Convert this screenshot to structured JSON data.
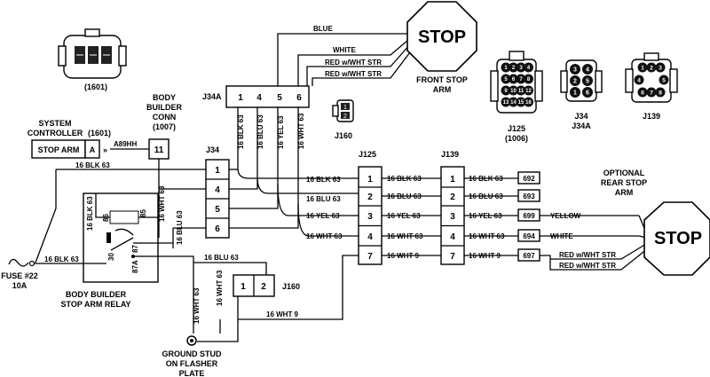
{
  "labels": {
    "conn_1601": "(1601)",
    "system_controller_line1": "SYSTEM",
    "system_controller_line2": "CONTROLLER",
    "system_controller_ref": "(1601)",
    "stop_arm_box": "STOP ARM",
    "a_pin": "A",
    "a89hh": "A89HH",
    "body_builder_conn_line1": "BODY",
    "body_builder_conn_line2": "BUILDER",
    "body_builder_conn_line3": "CONN",
    "body_builder_conn_ref": "(1007)",
    "pin_11": "11",
    "j34a": "J34A",
    "j34": "J34",
    "j125": "J125",
    "j139": "J139",
    "j160": "J160",
    "j160_small": "J160",
    "j125_bottom": "J125",
    "j125_ref": "(1006)",
    "j34_bottom": "J34",
    "j34a_bottom": "J34A",
    "j139_bottom": "J139",
    "front_stop_arm_line1": "FRONT STOP",
    "front_stop_arm_line2": "ARM",
    "optional_line1": "OPTIONAL",
    "optional_line2": "REAR STOP",
    "optional_line3": "ARM",
    "stop_front": "STOP",
    "stop_rear": "STOP",
    "fuse_line1": "FUSE #22",
    "fuse_line2": "10A",
    "relay_line1": "BODY BUILDER",
    "relay_line2": "STOP ARM RELAY",
    "ground_line1": "GROUND STUD",
    "ground_line2": "ON FLASHER",
    "ground_line3": "PLATE"
  },
  "front_wires": [
    "BLUE",
    "WHITE",
    "RED w/WHT STR",
    "RED w/WHT STR"
  ],
  "j34a_pins": [
    "1",
    "4",
    "5",
    "6"
  ],
  "j34a_wires": [
    "16 BLK 63",
    "16 BLU 63",
    "16 YEL 63",
    "16 WHT 63"
  ],
  "j34_pins": [
    "1",
    "4",
    "5",
    "6"
  ],
  "j125_pins": [
    "1",
    "2",
    "3",
    "4",
    "7"
  ],
  "j139_pins": [
    "1",
    "2",
    "3",
    "4",
    "7"
  ],
  "j34_j125_wires": [
    "16 BLK 63",
    "16 BLU 63",
    "16 YEL 63",
    "16 WHT 63"
  ],
  "j125_j139_wires": [
    "16 BLK 63",
    "16 BLU 63",
    "16 YEL 63",
    "16 WHT 63",
    "16 WHT 9"
  ],
  "j139_out_wires": [
    "16 BLK 63",
    "16 BLU 63",
    "16 YEL 63",
    "16 WHT 63",
    "16 WHT 9"
  ],
  "circuit_tags": [
    "692",
    "693",
    "699",
    "694",
    "697"
  ],
  "rear_wires": [
    "YELLOW",
    "WHITE",
    "RED w/WHT STR",
    "RED w/WHT STR"
  ],
  "misc_wires": {
    "blk_main": "16 BLK 63",
    "wht_vertical": "16 WHT 63",
    "blk_relay": "16 BLK 63",
    "blu_relay": "16 BLU 63",
    "fuse_blk": "16 BLK 63",
    "blu_j160": "16 BLU 63",
    "ground_wht1": "16 WHT 63",
    "ground_wht2": "16 WHT 63",
    "wht9_bottom": "16 WHT 9"
  },
  "relay_pins": [
    "86",
    "85",
    "87",
    "30",
    "87A"
  ],
  "j160_pins": [
    "1",
    "2"
  ],
  "j160_small_pins": [
    "1",
    "2"
  ],
  "j34_icon_pins": [
    "3",
    "4",
    "2",
    "5",
    "1",
    "6"
  ],
  "j139_icon_pins": [
    "1",
    "2",
    "3",
    "4",
    "5",
    "6",
    "7",
    "8"
  ],
  "j125_icon_pins": [
    "1",
    "2",
    "3",
    "4",
    "5",
    "6",
    "7",
    "8",
    "9",
    "10",
    "11",
    "12",
    "13",
    "14",
    "15",
    "16"
  ]
}
